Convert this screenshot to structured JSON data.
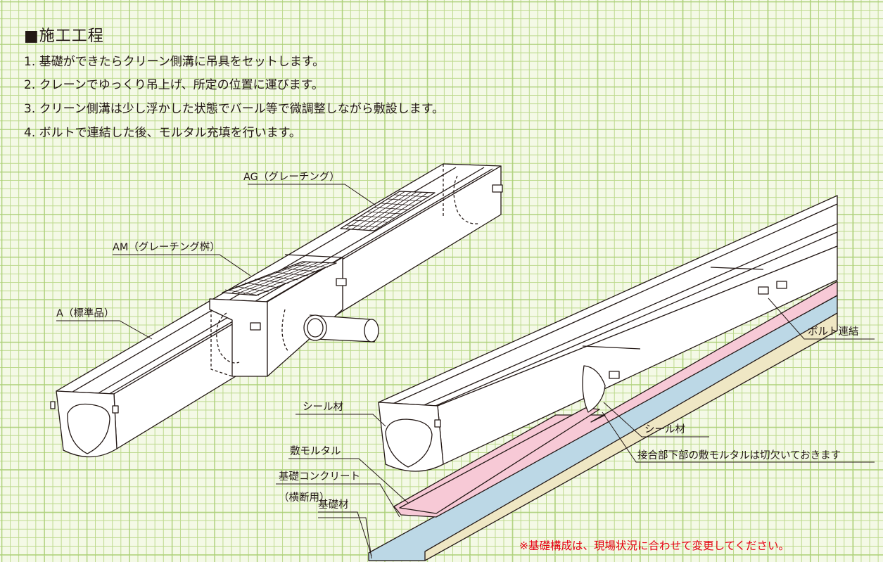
{
  "header": {
    "title": "■施工工程",
    "steps": [
      "1. 基礎ができたらクリーン側溝に吊具をセットします。",
      "2. クレーンでゆっくり吊上げ、所定の位置に運びます。",
      "3. クリーン側溝は少し浮かした状態でバール等で微調整しながら敷設します。",
      "4. ボルトで連結した後、モルタル充填を行います。"
    ]
  },
  "labels": {
    "ag": "AG（グレーチング）",
    "am": "AM（グレーチング桝）",
    "a": "A（標準品）",
    "bolt": "ボルト連結",
    "seal_left": "シール材",
    "seal_right": "シール材",
    "mortar": "敷モルタル",
    "joint_note": "接合部下部の敷モルタルは切欠いておきます",
    "concrete": "基礎コンクリート",
    "concrete_sub": "（横断用）",
    "base": "基礎材"
  },
  "note": "※基礎構成は、現場状況に合わせて変更してください。",
  "colors": {
    "mortar": "#f7c9d6",
    "concrete": "#bcd8e6",
    "base": "#efe7c4",
    "note": "#e60012",
    "grid": "#bcd98c"
  }
}
